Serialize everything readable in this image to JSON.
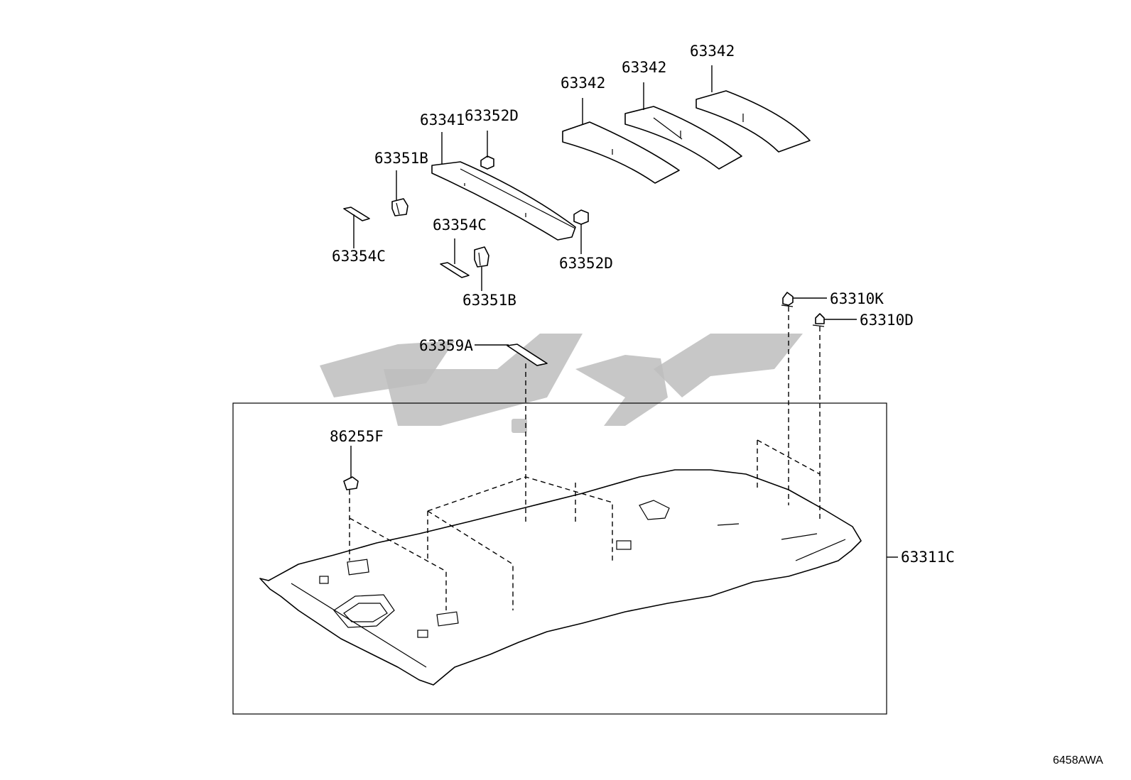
{
  "labels": {
    "p63342_a": "63342",
    "p63342_b": "63342",
    "p63342_c": "63342",
    "p63341": "63341",
    "p63352D_top": "63352D",
    "p63351B_left": "63351B",
    "p63354C_left": "63354C",
    "p63354C_mid": "63354C",
    "p63352D_right": "63352D",
    "p63351B_bottom": "63351B",
    "p63310K": "63310K",
    "p63310D": "63310D",
    "p63359A": "63359A",
    "p86255F": "86255F",
    "p63311C": "63311C"
  },
  "diagram_ref": "6458AWA",
  "watermark": {
    "description": "brand-watermark",
    "color": "#bdbdbd"
  },
  "colors": {
    "line": "#000000",
    "background": "#ffffff"
  }
}
